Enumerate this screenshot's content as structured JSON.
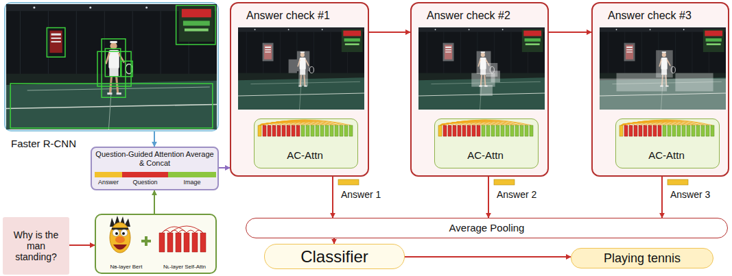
{
  "diagram": {
    "nodes": [
      {
        "text": [
          "Faster R-CNN"
        ]
      },
      {
        "text": [
          "Why is the man standing?"
        ]
      },
      {
        "text": [
          "Nʙ-layer Bert",
          "Nʟ-layer Self-Attn"
        ]
      },
      {
        "text": [
          "Question-Guided Attention Average & Concat",
          "Answer",
          "Question",
          "Image"
        ]
      },
      {
        "text": [
          "Answer check #1"
        ]
      },
      {
        "text": [
          "AC-Attn"
        ],
        "in": 4
      },
      {
        "text": [
          "Answer check #2"
        ]
      },
      {
        "text": [
          "AC-Attn"
        ],
        "in": 6
      },
      {
        "text": [
          "Answer check #3"
        ]
      },
      {
        "text": [
          "AC-Attn"
        ],
        "in": 8
      },
      {
        "text": [
          "Average Pooling"
        ]
      },
      {
        "text": [
          "Classifier"
        ]
      },
      {
        "text": [
          "Playing tennis"
        ]
      }
    ],
    "edges": [
      {
        "from": 0,
        "to": 3,
        "arrow": "to"
      },
      {
        "from": 1,
        "to": 2,
        "arrow": "to"
      },
      {
        "from": 2,
        "to": 3,
        "arrow": "to"
      },
      {
        "from": 3,
        "to": 4,
        "arrow": "to"
      },
      {
        "from": 4,
        "to": 6,
        "arrow": "to"
      },
      {
        "from": 6,
        "to": 8,
        "arrow": "to"
      },
      {
        "from": 4,
        "to": 10,
        "label": "Answer 1",
        "arrow": "to"
      },
      {
        "from": 6,
        "to": 10,
        "label": "Answer 2",
        "arrow": "to"
      },
      {
        "from": 8,
        "to": 10,
        "label": "Answer 3",
        "arrow": "to"
      },
      {
        "from": 10,
        "to": 11,
        "arrow": "to"
      },
      {
        "from": 11,
        "to": 12,
        "arrow": "to"
      }
    ]
  }
}
